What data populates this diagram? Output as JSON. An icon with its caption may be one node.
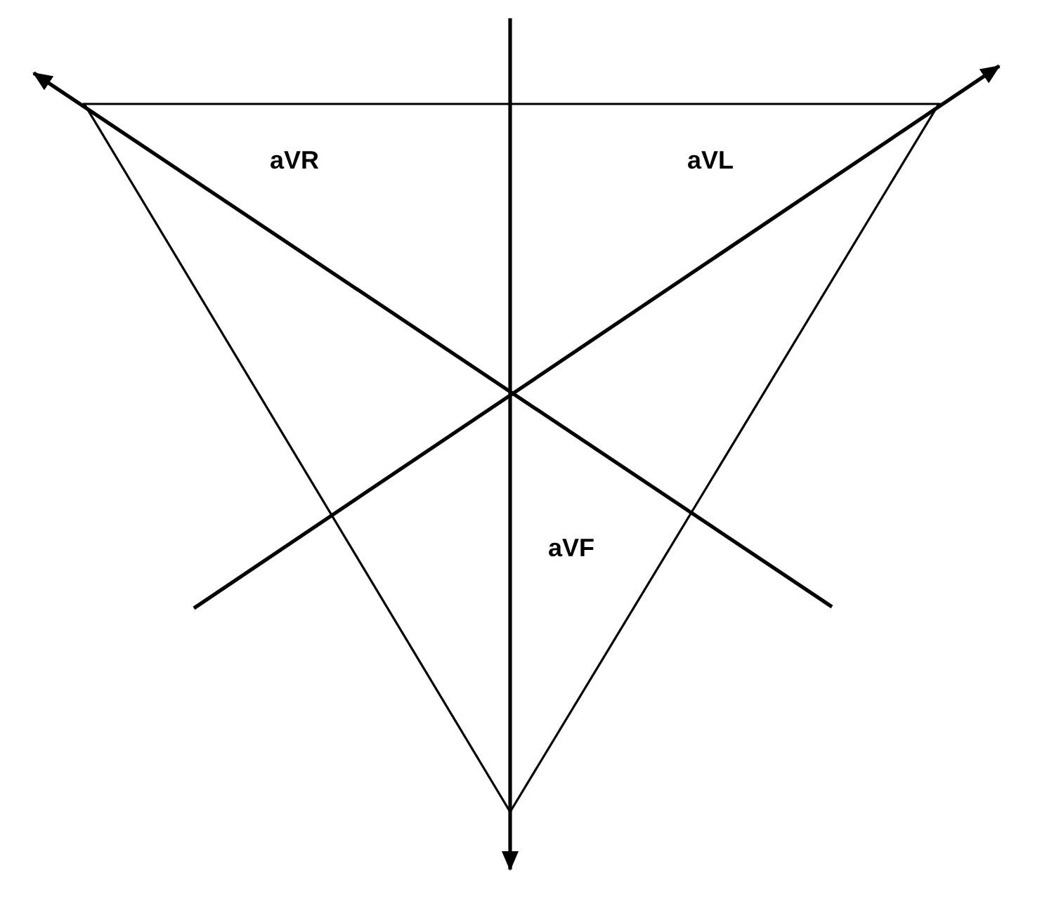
{
  "diagram": {
    "labels": [
      "aVR",
      "aVL",
      "aVF"
    ]
  }
}
